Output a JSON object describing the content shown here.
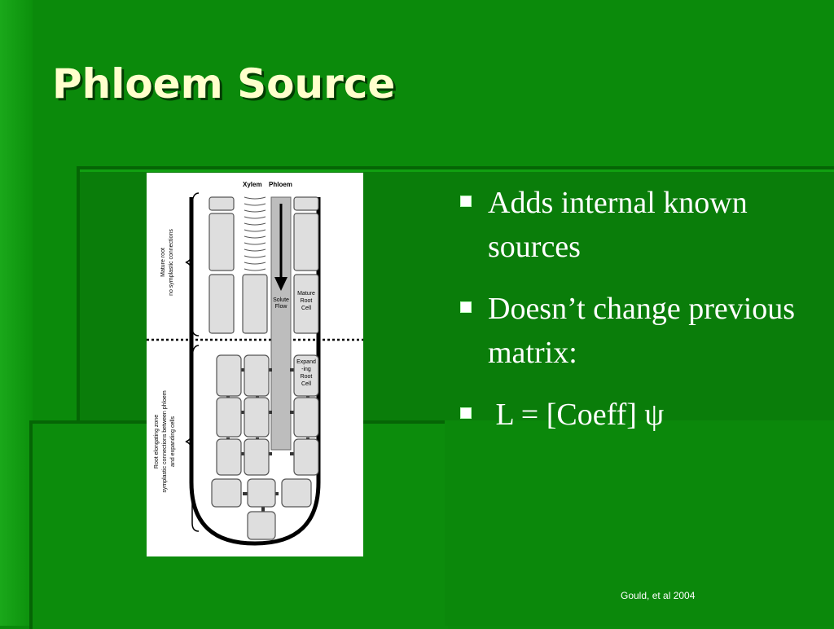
{
  "slide": {
    "title": "Phloem Source",
    "bullets": [
      {
        "text": "Adds internal known sources"
      },
      {
        "text": "Doesn’t change previous matrix:"
      },
      {
        "text": " L = [Coeff] ψ"
      }
    ],
    "citation": "Gould, et al 2004"
  },
  "figure": {
    "labels": {
      "xylem": "Xylem",
      "phloem": "Phloem",
      "solute_flow_1": "Solute",
      "solute_flow_2": "Flow",
      "mature_cell_1": "Mature",
      "mature_cell_2": "Root",
      "mature_cell_3": "Cell",
      "expanding_cell_1": "Expand",
      "expanding_cell_2": "-ing",
      "expanding_cell_3": "Root",
      "expanding_cell_4": "Cell",
      "mature_zone_1": "Mature root",
      "mature_zone_2": "no symplastic connections",
      "elongating_zone_1": "Root elongating zone",
      "elongating_zone_2": "symplastic connections between phloem",
      "elongating_zone_3": "and expanding cells"
    }
  },
  "colors": {
    "background": "#0b8a0b",
    "title": "#ffffcc",
    "text": "#ffffff"
  }
}
